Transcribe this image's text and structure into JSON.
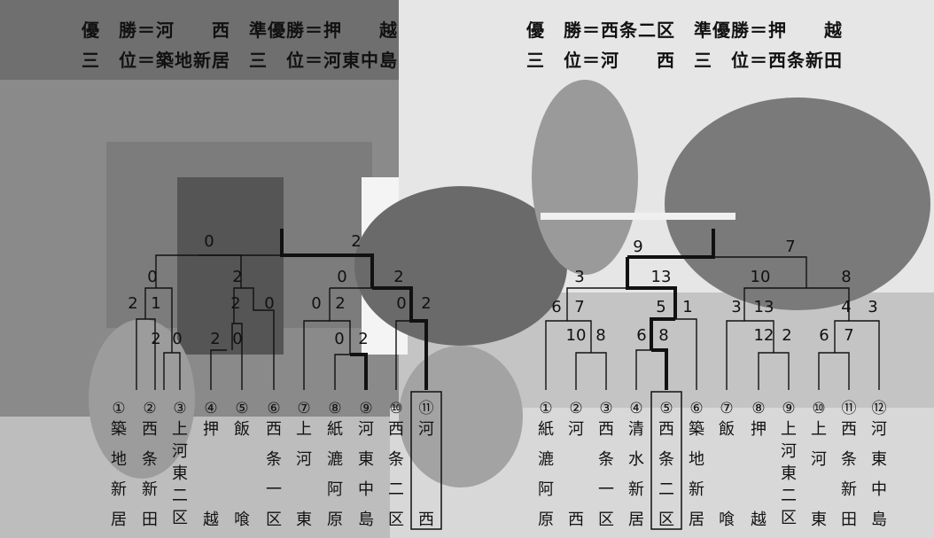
{
  "left": {
    "header": {
      "line1": "優　勝＝河　　西　準優勝＝押　　越",
      "line2": "三　位＝築地新居　三　位＝河東中島"
    },
    "teams": [
      {
        "seed": "①",
        "name": "築地新居"
      },
      {
        "seed": "②",
        "name": "西条新田"
      },
      {
        "seed": "③",
        "name": "上河東二区"
      },
      {
        "seed": "④",
        "name": "押　　越"
      },
      {
        "seed": "⑤",
        "name": "飯　　喰"
      },
      {
        "seed": "⑥",
        "name": "西条一区"
      },
      {
        "seed": "⑦",
        "name": "上河　東"
      },
      {
        "seed": "⑧",
        "name": "紙漉阿原"
      },
      {
        "seed": "⑨",
        "name": "河東中島"
      },
      {
        "seed": "⑩",
        "name": "西条二区"
      },
      {
        "seed": "⑪",
        "name": "河　　西"
      }
    ],
    "scores": [
      "2",
      "1",
      "2",
      "0",
      "2",
      "0",
      "2",
      "0",
      "0",
      "2",
      "0",
      "2",
      "0",
      "2",
      "0",
      "2",
      "0",
      "2",
      "0",
      "2"
    ],
    "winner_seed_index": 10
  },
  "right": {
    "header": {
      "line1": "優　勝＝西条二区　準優勝＝押　　越",
      "line2": "三　位＝河　　西　三　位＝西条新田"
    },
    "teams": [
      {
        "seed": "①",
        "name": "紙漉阿原"
      },
      {
        "seed": "②",
        "name": "河　　西"
      },
      {
        "seed": "③",
        "name": "西条一区"
      },
      {
        "seed": "④",
        "name": "清水新居"
      },
      {
        "seed": "⑤",
        "name": "西条二区"
      },
      {
        "seed": "⑥",
        "name": "築地新居"
      },
      {
        "seed": "⑦",
        "name": "飯　　喰"
      },
      {
        "seed": "⑧",
        "name": "押　　越"
      },
      {
        "seed": "⑨",
        "name": "上河東二区"
      },
      {
        "seed": "⑩",
        "name": "上河　東"
      },
      {
        "seed": "⑪",
        "name": "西条新田"
      },
      {
        "seed": "⑫",
        "name": "河東中島"
      }
    ],
    "scores": [
      "10",
      "8",
      "6",
      "7",
      "6",
      "8",
      "5",
      "1",
      "12",
      "2",
      "3",
      "13",
      "6",
      "7",
      "4",
      "3",
      "3",
      "13",
      "10",
      "8",
      "9",
      "7"
    ],
    "winner_seed_index": 4
  }
}
